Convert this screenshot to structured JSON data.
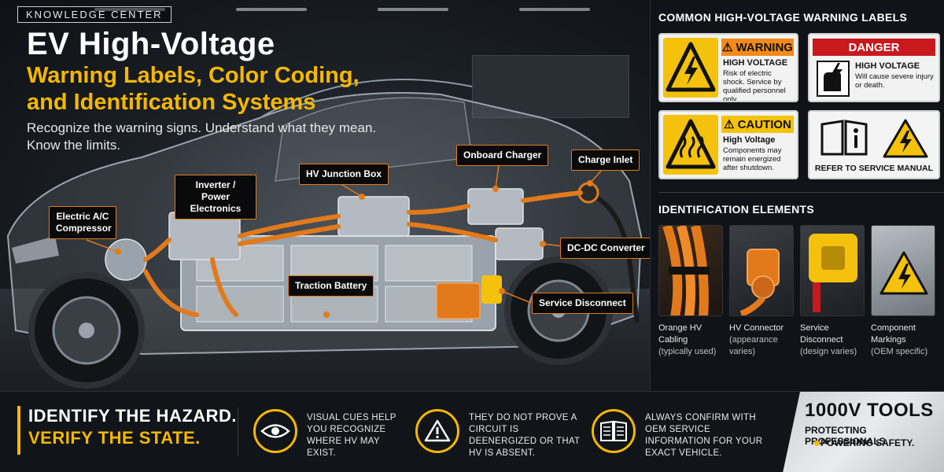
{
  "colors": {
    "accent": "#f5b800",
    "hv_orange": "#e27a1b",
    "warning_orange": "#f08a1b",
    "danger_red": "#c8191e",
    "caution_yellow": "#f4c20d",
    "background": "#0b0e12"
  },
  "hero": {
    "badge": "KNOWLEDGE CENTER",
    "title_line1": "EV High-Voltage",
    "title_line2": "Warning Labels, Color Coding,",
    "title_line3": "and Identification Systems",
    "subtitle": "Recognize the warning signs. Understand what they mean. Know the limits.",
    "callouts": {
      "ac_compressor": "Electric A/C Compressor",
      "inverter": "Inverter / Power Electronics",
      "junction_box": "HV Junction Box",
      "onboard_charger": "Onboard Charger",
      "charge_inlet": "Charge Inlet",
      "dcdc": "DC-DC Converter",
      "traction_battery": "Traction Battery",
      "service_disconnect": "Service Disconnect"
    }
  },
  "labels_section": {
    "title": "COMMON HIGH-VOLTAGE WARNING LABELS",
    "warning": {
      "icon": "lightning-triangle-icon",
      "header": "WARNING",
      "title": "HIGH VOLTAGE",
      "body": "Risk of electric shock. Service by qualified personnel only."
    },
    "danger": {
      "icon": "hand-shock-icon",
      "header": "DANGER",
      "title": "HIGH VOLTAGE",
      "body": "Will cause severe injury or death."
    },
    "caution": {
      "icon": "hot-surface-triangle-icon",
      "header": "CAUTION",
      "title": "High Voltage",
      "body": "Components may remain energized after shutdown."
    },
    "manual": {
      "icon": "manual-book-icon",
      "label": "REFER TO SERVICE MANUAL"
    }
  },
  "identification_section": {
    "title": "IDENTIFICATION ELEMENTS",
    "items": [
      {
        "name": "Orange HV Cabling",
        "note": "(typically used)"
      },
      {
        "name": "HV Connector",
        "note": "(appearance varies)"
      },
      {
        "name": "Service Disconnect",
        "note": "(design varies)"
      },
      {
        "name": "Component Markings",
        "note": "(OEM specific)"
      }
    ]
  },
  "bottom_bar": {
    "tagline1": "IDENTIFY THE HAZARD.",
    "tagline2": "VERIFY THE STATE.",
    "cues": [
      {
        "icon": "eye-icon",
        "text": "VISUAL CUES HELP YOU RECOGNIZE WHERE HV MAY EXIST."
      },
      {
        "icon": "warning-triangle-icon",
        "text": "THEY DO NOT PROVE A CIRCUIT IS DEENERGIZED OR THAT HV IS ABSENT."
      },
      {
        "icon": "book-icon",
        "text": "ALWAYS CONFIRM WITH OEM SERVICE INFORMATION FOR YOUR EXACT VEHICLE."
      }
    ]
  },
  "brand": {
    "name": "1000V TOOLS",
    "tagline1": "PROTECTING PROFESSIONALS.",
    "tagline2": "POWERING SAFETY."
  }
}
